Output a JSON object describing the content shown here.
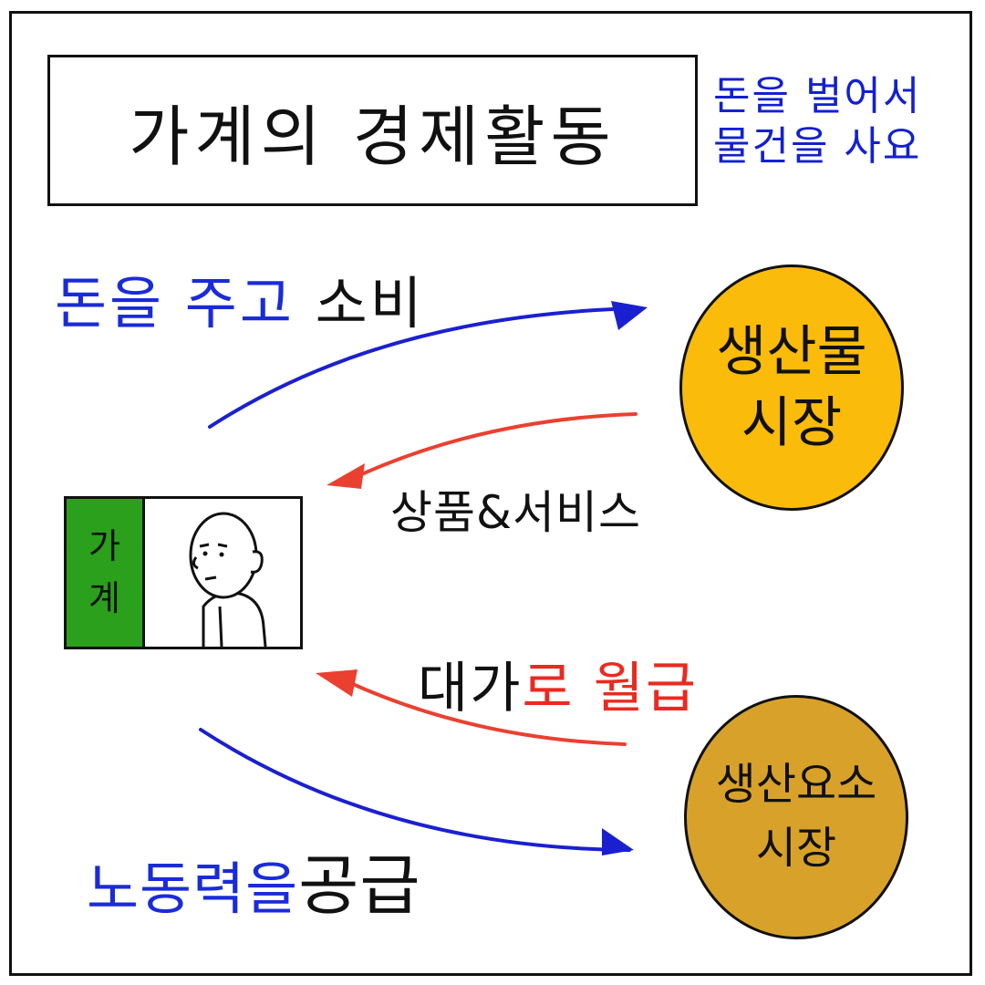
{
  "title": "가계의 경제활동",
  "note": {
    "line1": "돈을 벌어서",
    "line2": "물건을 사요"
  },
  "consume_label": {
    "blue": "돈을 주고",
    "dark": "소비"
  },
  "goods_label": "상품&서비스",
  "wage_label": {
    "dark": "대가",
    "red": "로 월급"
  },
  "labor_label": {
    "blue": "노동력을",
    "dark": "공급"
  },
  "product_market": {
    "line1": "생산물",
    "line2": "시장",
    "color": "#fbbb0a"
  },
  "factor_market": {
    "line1": "생산요소",
    "line2": "시장",
    "color": "#d8a22a"
  },
  "household": {
    "char1": "가",
    "char2": "계",
    "tag_color": "#2aa01c"
  },
  "colors": {
    "blue_arrow": "#1a20d0",
    "red_arrow": "#ea4030"
  }
}
